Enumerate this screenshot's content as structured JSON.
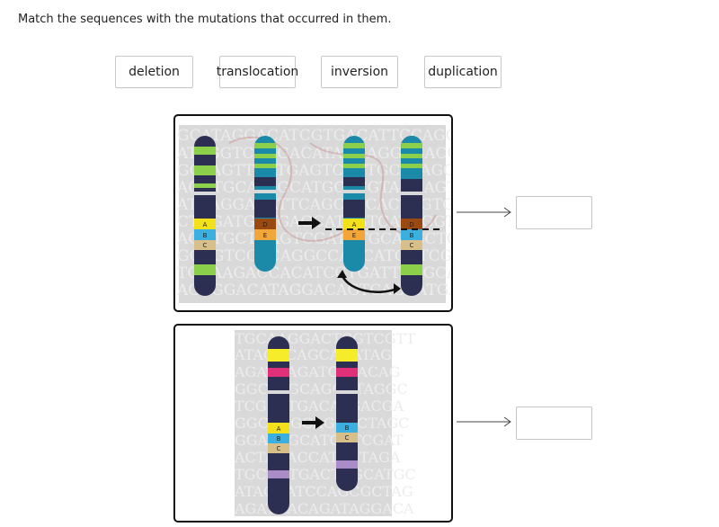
{
  "question": "Match the sequences with the mutations that occurred in them.",
  "options": [
    "deletion",
    "translocation",
    "inversion",
    "duplication"
  ],
  "figure1": {
    "watermark_rows": [
      "GCATAGGACATCGTGACATTCCAGCA",
      "ATAGGTCAGGACATAGCAGGTGACGTCA",
      "GCTAGTTCATGAGTCGTTGCATAGCAAT",
      "AGGTGCATAGCATGCTCGTAGCAGTCAC",
      "ATCAGGACATTCAGCATCACTAGTGTCA",
      "CTCGATGCTGAGCATAGTCATCGGTAC",
      "AGGTGCTCAGTCGATCTGCATGCTCGTA",
      "GCAGTCGTCAGGCCAGCATGCTCGACAG",
      "TGCAAGACCACATCGTGATTCAGCAGCA",
      "AGAGGACATAGGACAGTCAGCATGA"
    ],
    "chromosomes": [
      {
        "bands": [
          "A",
          "B",
          "C"
        ]
      },
      {
        "bands": [
          "D",
          "E"
        ]
      },
      {
        "bands": [
          "A",
          "E"
        ]
      },
      {
        "bands": [
          "D",
          "B",
          "C"
        ]
      }
    ]
  },
  "figure2": {
    "watermark_rows": [
      "TGCAAGGACTCGTCGTT",
      "ATAGCCAGCAGATAG",
      "AGATCAGATCATACAG",
      "GGCTAGCAGCGTAGGC",
      "TCGCATGACATGACGA",
      "GGCGAGCAGGACTAGC",
      "GGATCGCATCGTCGAT",
      "ACTAGACCATAGTAGA",
      "TGCAGTGACTCGCATGC",
      "ATAGCATCCAGCGCTAG",
      "AGATGACAGATAGGACA"
    ],
    "chromosomes": [
      {
        "bands": [
          "A",
          "B",
          "C"
        ]
      },
      {
        "bands": [
          "B",
          "C"
        ]
      }
    ]
  }
}
